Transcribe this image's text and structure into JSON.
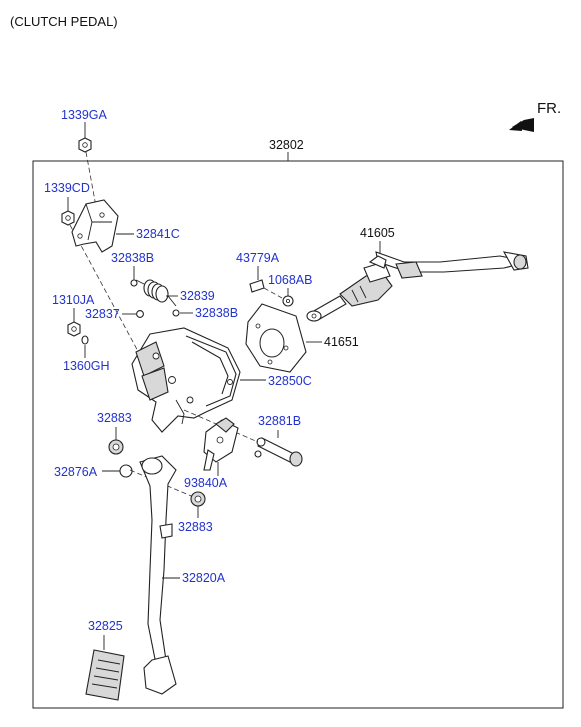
{
  "title": "(CLUTCH PEDAL)",
  "direction": {
    "text": "FR."
  },
  "labels": {
    "l1339GA": "1339GA",
    "l32802": "32802",
    "l1339CD": "1339CD",
    "l32841C": "32841C",
    "l32838B_1": "32838B",
    "l32839": "32839",
    "l1310JA": "1310JA",
    "l32837": "32837",
    "l32838B_2": "32838B",
    "l1360GH": "1360GH",
    "l32850C": "32850C",
    "l43779A": "43779A",
    "l1068AB": "1068AB",
    "l41605": "41605",
    "l41651": "41651",
    "l32883_1": "32883",
    "l32881B": "32881B",
    "l32876A": "32876A",
    "l93840A": "93840A",
    "l32883_2": "32883",
    "l32820A": "32820A",
    "l32825": "32825"
  },
  "colors": {
    "part_label": "#2233cc",
    "assembly_label": "#111111"
  }
}
